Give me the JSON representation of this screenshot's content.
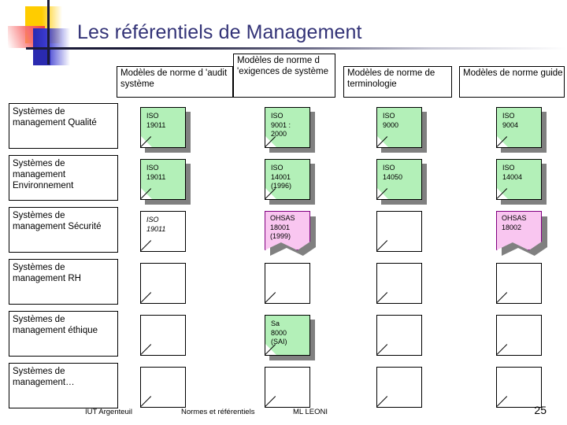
{
  "slide": {
    "title": "Les référentiels de Management",
    "page_number": "25",
    "title_color": "#333377"
  },
  "column_headers": [
    {
      "id": "audit",
      "label": "Modèles de norme d 'audit système"
    },
    {
      "id": "exigences",
      "label": "Modèles de norme d 'exigences de système"
    },
    {
      "id": "terminologie",
      "label": "Modèles de norme de terminologie"
    },
    {
      "id": "guide",
      "label": "Modèles de norme guide"
    }
  ],
  "row_labels": [
    {
      "id": "qualite",
      "label": "Systèmes de management Qualité"
    },
    {
      "id": "environnement",
      "label": "Systèmes de management Environnement"
    },
    {
      "id": "securite",
      "label": "Systèmes de management Sécurité"
    },
    {
      "id": "rh",
      "label": "Systèmes de management RH"
    },
    {
      "id": "ethique",
      "label": "Systèmes de management éthique"
    },
    {
      "id": "autres",
      "label": "Systèmes de management…"
    }
  ],
  "cards": [
    {
      "row": "qualite",
      "col": "audit",
      "text": "ISO\n19011",
      "style": "green"
    },
    {
      "row": "qualite",
      "col": "exigences",
      "text": "ISO\n9001 :\n2000",
      "style": "green"
    },
    {
      "row": "qualite",
      "col": "terminologie",
      "text": "ISO\n9000",
      "style": "green"
    },
    {
      "row": "qualite",
      "col": "guide",
      "text": "ISO\n9004",
      "style": "green"
    },
    {
      "row": "environnement",
      "col": "audit",
      "text": "ISO\n19011",
      "style": "green"
    },
    {
      "row": "environnement",
      "col": "exigences",
      "text": "ISO\n14001\n(1996)",
      "style": "green"
    },
    {
      "row": "environnement",
      "col": "terminologie",
      "text": "ISO\n14050",
      "style": "green"
    },
    {
      "row": "environnement",
      "col": "guide",
      "text": "ISO\n14004",
      "style": "green"
    },
    {
      "row": "securite",
      "col": "audit",
      "text": "ISO\n19011",
      "style": "white-italic"
    },
    {
      "row": "securite",
      "col": "exigences",
      "text": "OHSAS\n18001\n(1999)",
      "style": "pink"
    },
    {
      "row": "securite",
      "col": "terminologie",
      "text": "",
      "style": "empty"
    },
    {
      "row": "securite",
      "col": "guide",
      "text": "OHSAS\n18002",
      "style": "pink"
    },
    {
      "row": "rh",
      "col": "audit",
      "text": "",
      "style": "empty"
    },
    {
      "row": "rh",
      "col": "exigences",
      "text": "",
      "style": "empty"
    },
    {
      "row": "rh",
      "col": "terminologie",
      "text": "",
      "style": "empty"
    },
    {
      "row": "rh",
      "col": "guide",
      "text": "",
      "style": "empty"
    },
    {
      "row": "ethique",
      "col": "audit",
      "text": "",
      "style": "empty"
    },
    {
      "row": "ethique",
      "col": "exigences",
      "text": "Sa\n8000\n(SAI)",
      "style": "green"
    },
    {
      "row": "ethique",
      "col": "terminologie",
      "text": "",
      "style": "empty"
    },
    {
      "row": "ethique",
      "col": "guide",
      "text": "",
      "style": "empty"
    },
    {
      "row": "autres",
      "col": "audit",
      "text": "",
      "style": "empty"
    },
    {
      "row": "autres",
      "col": "exigences",
      "text": "",
      "style": "empty"
    },
    {
      "row": "autres",
      "col": "terminologie",
      "text": "",
      "style": "empty"
    },
    {
      "row": "autres",
      "col": "guide",
      "text": "",
      "style": "empty"
    }
  ],
  "footer": {
    "left": "IUT Argenteuil",
    "center": "Normes et référentiels",
    "right": "ML LEONI"
  },
  "colors": {
    "green_note": "#b3f0b8",
    "pink_note": "#f9c6f0",
    "pink_border": "#800080",
    "shadow": "#808080"
  }
}
